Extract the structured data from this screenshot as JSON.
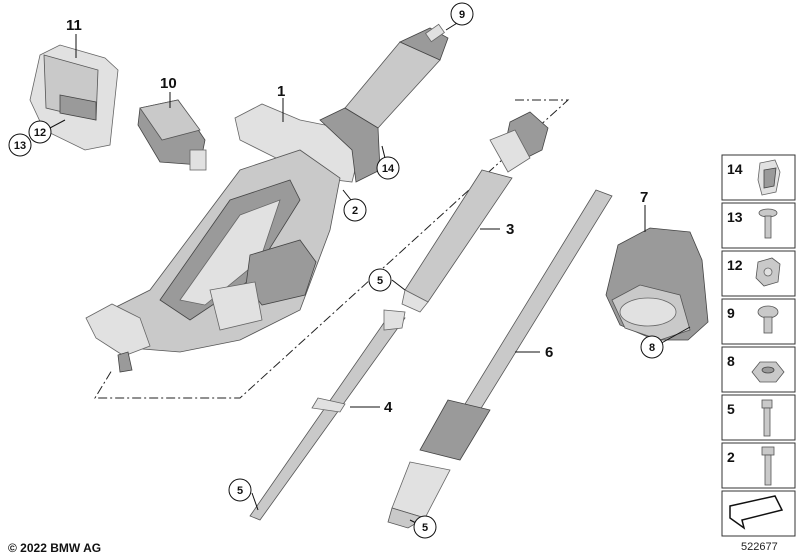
{
  "callouts": {
    "c1": "1",
    "c2": "2",
    "c3": "3",
    "c4": "4",
    "c5a": "5",
    "c5b": "5",
    "c5c": "5",
    "c6": "6",
    "c7": "7",
    "c8": "8",
    "c9": "9",
    "c10": "10",
    "c11": "11",
    "c12": "12",
    "c13": "13",
    "c14": "14"
  },
  "sidebar": {
    "items": [
      {
        "number": "14",
        "icon": "clip-icon"
      },
      {
        "number": "13",
        "icon": "screw-icon"
      },
      {
        "number": "12",
        "icon": "nut-clip-icon"
      },
      {
        "number": "9",
        "icon": "torx-screw-icon"
      },
      {
        "number": "8",
        "icon": "hex-nut-icon"
      },
      {
        "number": "5",
        "icon": "bolt-icon"
      },
      {
        "number": "2",
        "icon": "long-bolt-icon"
      }
    ]
  },
  "footer": {
    "copyright": "© 2022 BMW AG",
    "diagram_id": "522677"
  }
}
